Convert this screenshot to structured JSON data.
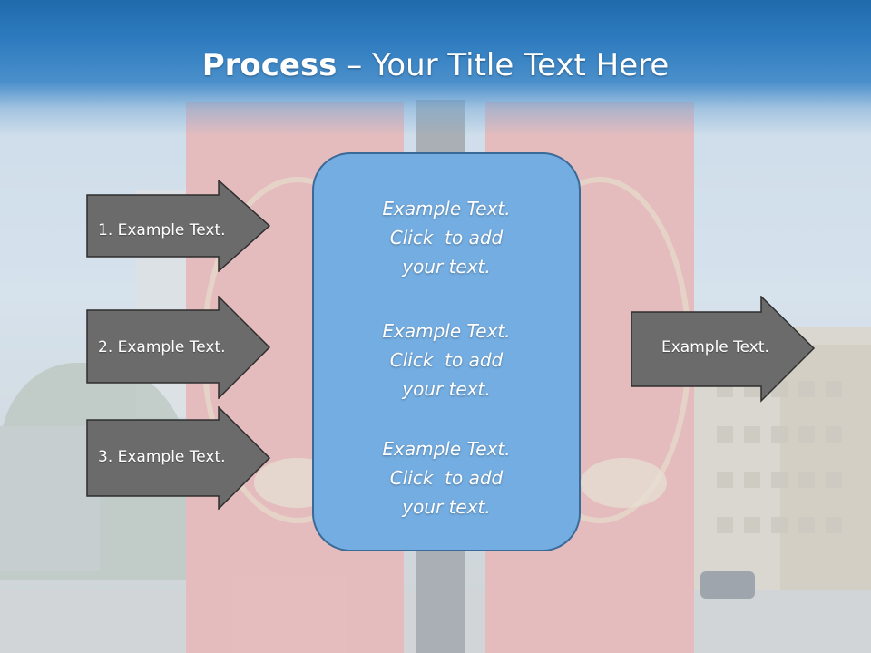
{
  "slide": {
    "title_bold": "Process",
    "title_rest": " – Your Title Text Here"
  },
  "left_arrows": [
    {
      "label": "1. Example Text."
    },
    {
      "label": "2. Example Text."
    },
    {
      "label": "3. Example Text."
    }
  ],
  "center_box": {
    "paragraphs": [
      {
        "line1": "Example Text.",
        "line2": "Click  to add",
        "line3": "your text."
      },
      {
        "line1": "Example Text.",
        "line2": "Click  to add",
        "line3": "your text."
      },
      {
        "line1": "Example Text.",
        "line2": "Click  to add",
        "line3": "your text."
      }
    ]
  },
  "right_arrow": {
    "label": "Example Text."
  },
  "colors": {
    "title_band": "#2e7cbf",
    "arrow_fill": "#6b6b6b",
    "box_fill": "#74ade1",
    "box_border": "#3a6a98"
  }
}
